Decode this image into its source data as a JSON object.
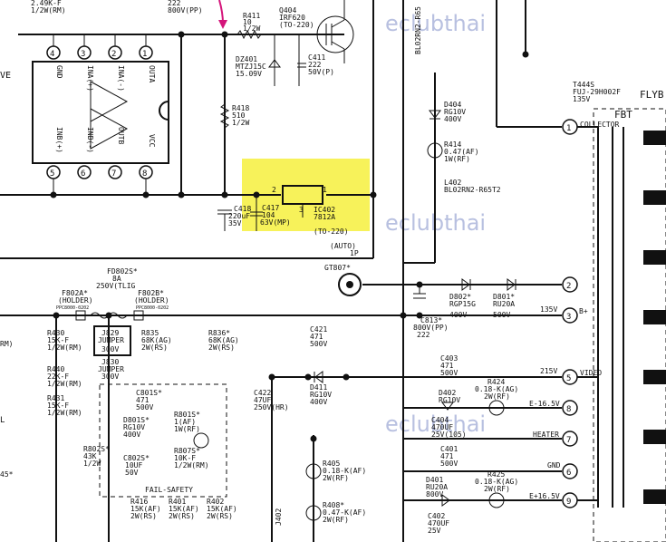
{
  "watermark": "eclubthai",
  "colors": {
    "highlight": "#f7f25a",
    "arrow": "#d4147a",
    "watermark": "#b8c0e0",
    "wire": "#111111"
  },
  "labels": {
    "top_left_res": "2.49K-F",
    "top_left_res2": "1/2W(RM)",
    "c_top": "222",
    "c_top2": "800V(PP)",
    "ve": "VE",
    "ic_pin_in_a_plus": "INA(+)",
    "ic_pin_in_a_minus": "INA(-)",
    "ic_pin_outa": "OUTA",
    "ic_pin_gnd": "GND",
    "ic_pin_inb_plus": "INB(+)",
    "ic_pin_inb_minus": "INB(-)",
    "ic_pin_outb": "OUTB",
    "ic_pin_vcc": "VCC",
    "r411": "R411",
    "r411v": "10",
    "r411p": "1/2W",
    "q404": "Q404",
    "q404t": "IRF620",
    "q404p": "(TO-220)",
    "dz401": "DZ401",
    "dz401t": "MTZJ15C",
    "dz401v": "15.09V",
    "c411": "C411",
    "c411v": "222",
    "c411p": "50V(P)",
    "r418": "R418",
    "r418v": "510",
    "r418p": "1/2W",
    "c418": "C418",
    "c418v": "220uF",
    "c418p": "35V",
    "c417": "C417",
    "c417v": "104",
    "c417p": "63V(MP)",
    "ic402": "IC402",
    "ic402t": "7812A",
    "ic402p": "(TO-220)",
    "bl_vert": "BL02RN2-R65",
    "d404": "D404",
    "d404t": "RG10V",
    "d404v": "400V",
    "r414": "R414",
    "r414v": "0.47(AF)",
    "r414p": "1W(RF)",
    "l402": "L402",
    "l402t": "BL02RN2-R65T2",
    "t444s": "T444S",
    "t444st": "FUJ-29H002F",
    "t444sv": "135V",
    "flyback": "FLYB",
    "fbt": "FBT",
    "collector": "COLLECTOR",
    "auto": "(AUTO)",
    "auto_p": "1P",
    "gt807": "GT807*",
    "fd802s": "FD802S*",
    "fd802s_a": "8A",
    "fd802s_v": "250V(TLIG",
    "f802a": "F802A*",
    "f802a_h": "(HOLDER)",
    "f802b": "F802B*",
    "f802b_h": "(HOLDER)",
    "ppc1": "PPC8000-0202",
    "ppc2": "PPC8000-0202",
    "d802": "D802*",
    "d802t": "RGP15G",
    "d802v": "400V",
    "d801": "D801*",
    "d801t": "RU20A",
    "d801v": "500V",
    "c813": "C813*",
    "c813v": "800V(PP)",
    "c813p": "222",
    "v135": "135V",
    "bplus": "B+",
    "r430": "R430",
    "r430v": "15K-F",
    "r430p": "1/2W(RM)",
    "j829": "J829",
    "j829t": "JUMPER",
    "j829v": "300V",
    "r835": "R835",
    "r835v": "68K(AG)",
    "r835p": "2W(RS)",
    "r836": "R836*",
    "r836v": "68K(AG)",
    "r836p": "2W(RS)",
    "r440": "R440",
    "r440v": "22K-F",
    "r440p": "1/2W(RM)",
    "j830": "J830",
    "j830t": "JUMPER",
    "j830v": "300V",
    "r431": "R431",
    "r431v": "15K-F",
    "r431p": "1/2W(RM)",
    "c421": "C421",
    "c421v": "471",
    "c421p": "500V",
    "c422": "C422",
    "c422v": "47UF",
    "c422p": "250V(HR)",
    "d411": "D411",
    "d411t": "RG10V",
    "d411v": "400V",
    "c403": "C403",
    "c403v": "471",
    "c403p": "500V",
    "r424": "R424",
    "r424v": "0.18-K(AG)",
    "r424p": "2W(RF)",
    "d402": "D402",
    "d402t": "RG10V",
    "c404": "C404",
    "c404v": "470UF",
    "c404p": "25V(105)",
    "v215": "215V",
    "video": "VIDEO",
    "e165": "E-16.5V",
    "heater": "HEATER",
    "gnd": "GND",
    "e165b": "E+16.5V",
    "c401": "C401",
    "c401v": "471",
    "c401p": "500V",
    "r425": "R425",
    "r425v": "0.18-K(AG)",
    "r425p": "2W(RF)",
    "d401": "D401",
    "d401t": "RU20A",
    "d401v": "800V",
    "c402": "C402",
    "c402v": "470UF",
    "c402p": "25V",
    "c801s": "C801S*",
    "c801sv": "471",
    "c801sp": "500V",
    "d801s": "D801S*",
    "d801st": "RG10V",
    "d801sv": "400V",
    "r801s": "R801S*",
    "r801sv": "1(AF)",
    "r801sp": "1W(RF)",
    "r802s": "R802S*",
    "r802sv": "43K",
    "r802sp": "1/2W",
    "c802s": "C802S*",
    "c802sv": "10UF",
    "c802sp": "50V",
    "r807s": "R807S*",
    "r807sv": "10K-F",
    "r807sp": "1/2W(RM)",
    "failsafe": "FAIL-SAFETY",
    "r405": "R405",
    "r405v": "0.18-K(AF)",
    "r405p": "2W(RF)",
    "r408": "R408*",
    "r408v": "0.47-K(AF)",
    "r408p": "2W(RF)",
    "j402": "J402",
    "r416": "R416",
    "r416v": "15K(AF)",
    "r416p": "2W(RS)",
    "r401": "R401",
    "r401v": "15K(AF)",
    "r401p": "2W(RS)",
    "r402": "R402",
    "r402v": "15K(AF)",
    "r402p": "2W(RS)",
    "rm": "RM)",
    "l_side": "L",
    "s45": "45*",
    "n1": "1",
    "n2": "2",
    "n3": "3",
    "n4": "4",
    "n5": "5",
    "n6": "6",
    "n7": "7",
    "n8": "8",
    "n9": "9"
  }
}
